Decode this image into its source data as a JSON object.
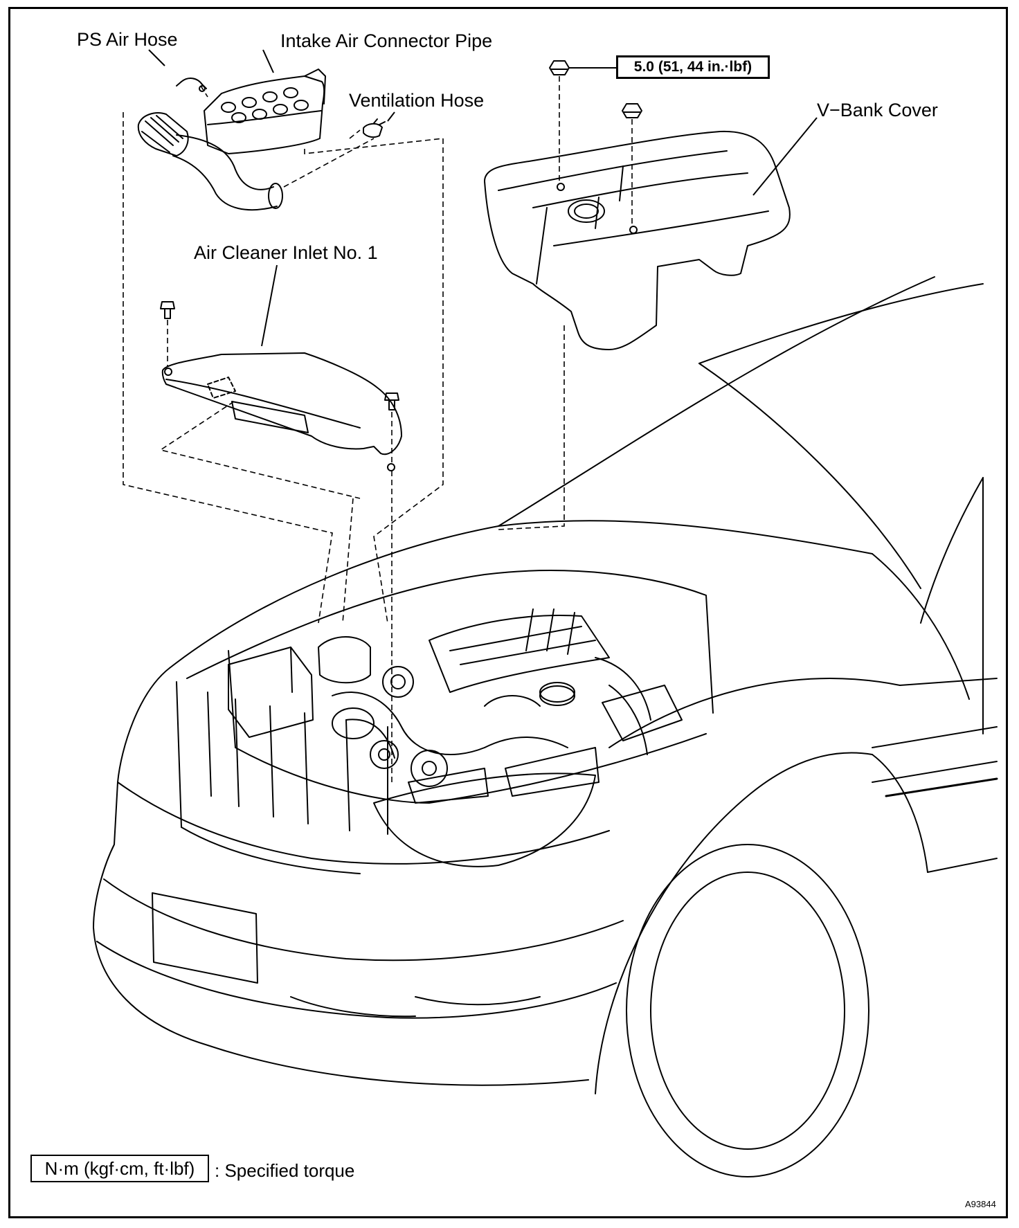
{
  "labels": {
    "ps_air_hose": "PS Air Hose",
    "intake_pipe": "Intake Air Connector Pipe",
    "ventilation_hose": "Ventilation Hose",
    "v_bank_cover": "V−Bank Cover",
    "air_cleaner_inlet": "Air Cleaner Inlet No. 1"
  },
  "torque": {
    "value": "5.0 (51, 44 in.·lbf)"
  },
  "legend": {
    "unit": "N·m (kgf·cm, ft·lbf)",
    "description": ": Specified torque"
  },
  "figure_code": "A93844"
}
